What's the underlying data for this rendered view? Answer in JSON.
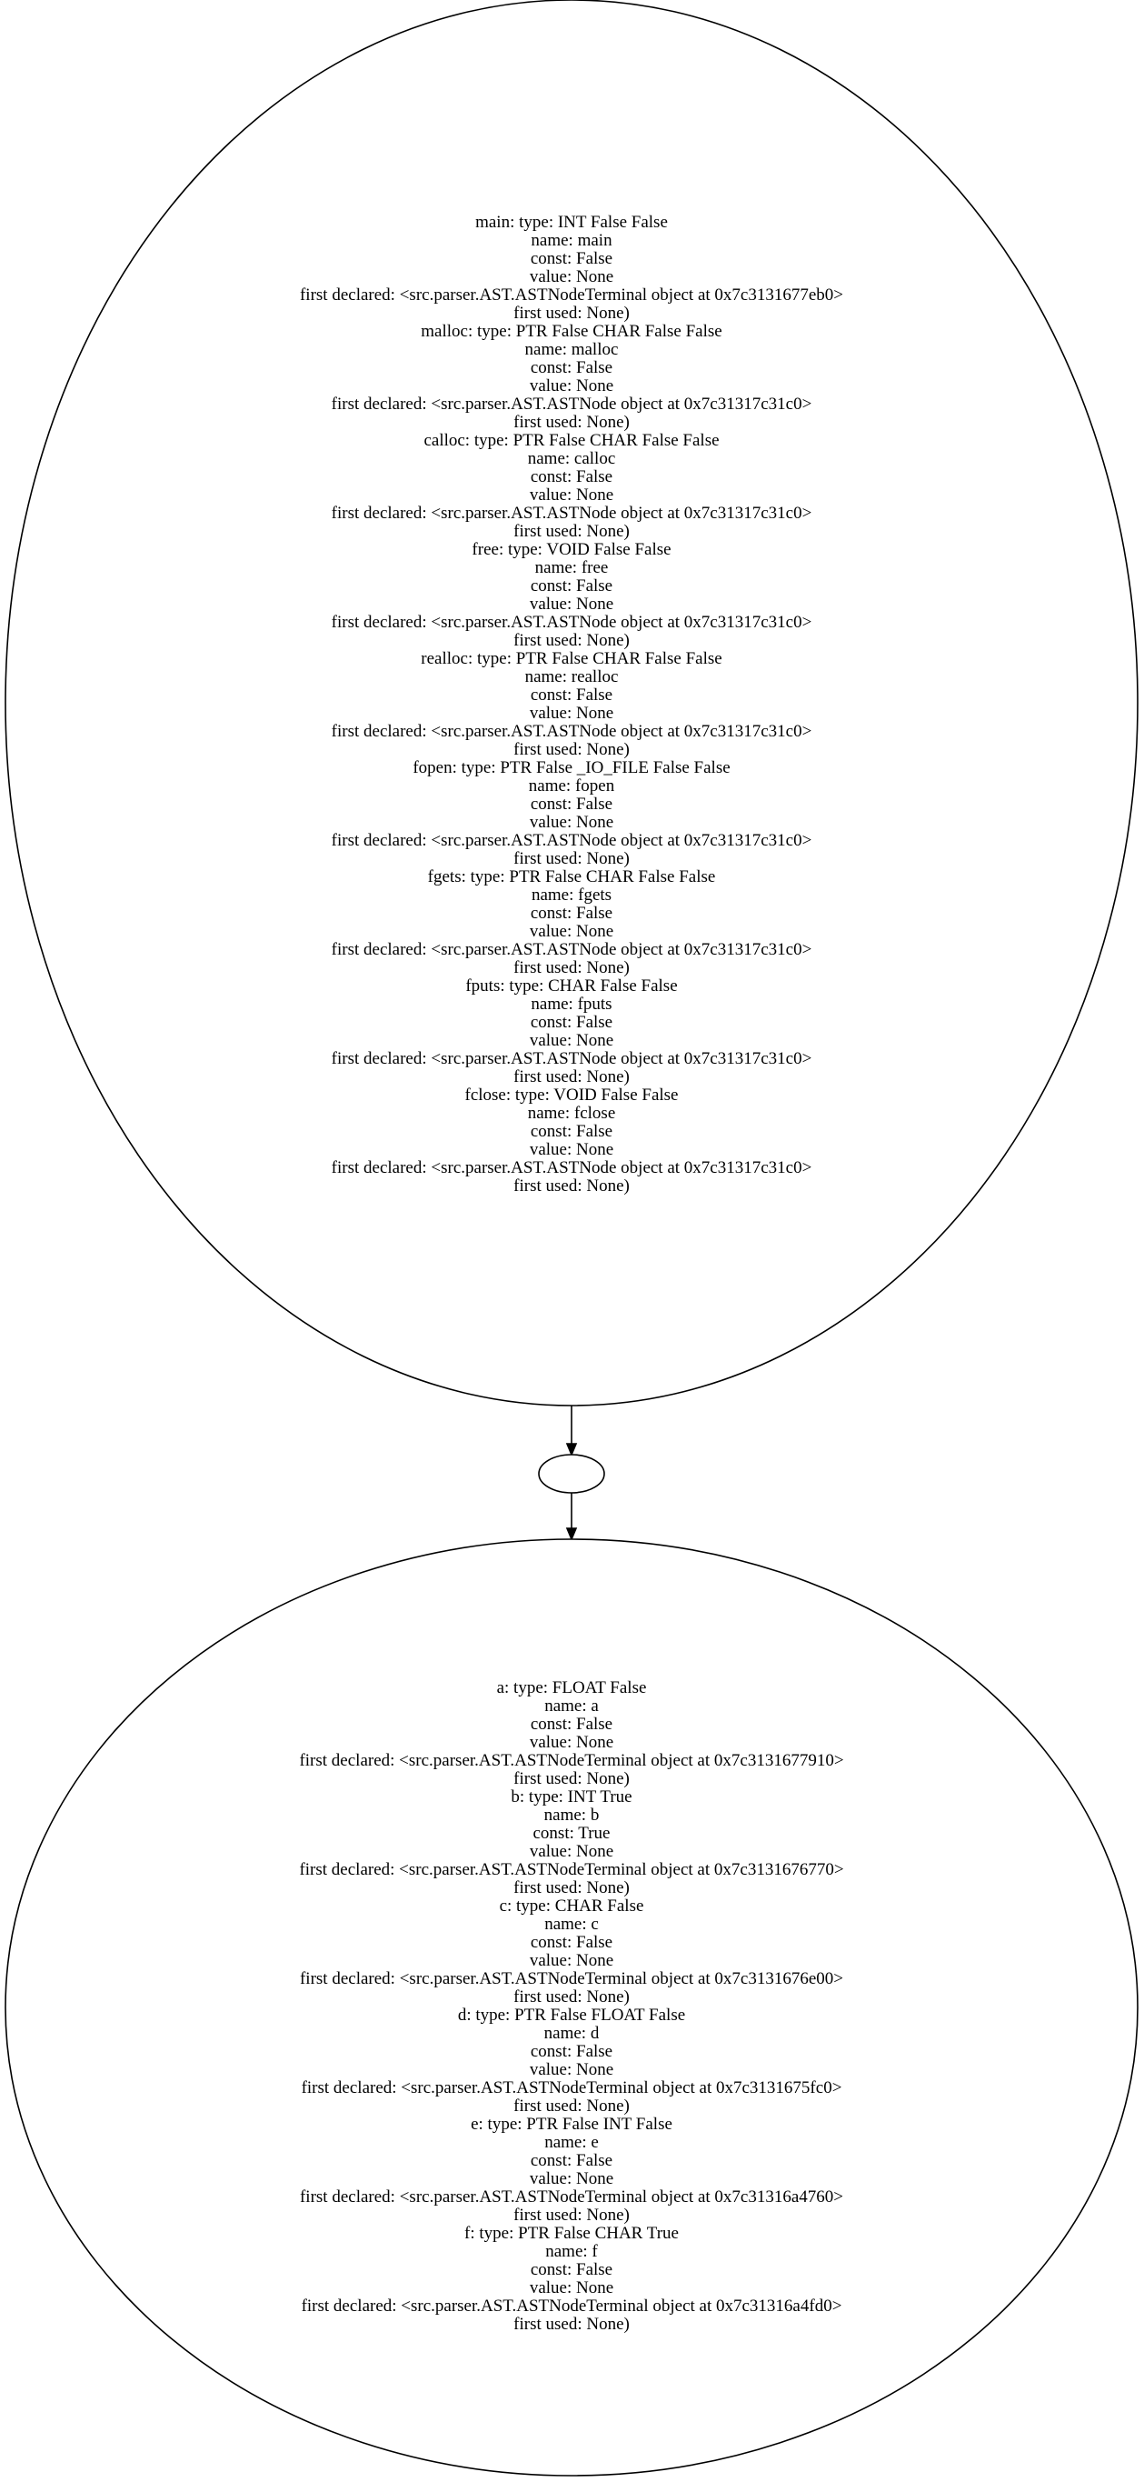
{
  "nodes": [
    {
      "id": "global-scope",
      "lines": [
        "main: type: INT False  False",
        "name: main",
        "const: False",
        "value: None",
        "first declared: <src.parser.AST.ASTNodeTerminal object at 0x7c3131677eb0>",
        "first used: None)",
        "malloc: type: PTR False CHAR False  False",
        "name: malloc",
        "const: False",
        "value: None",
        "first declared: <src.parser.AST.ASTNode object at 0x7c31317c31c0>",
        "first used: None)",
        "calloc: type: PTR False CHAR False  False",
        "name: calloc",
        "const: False",
        "value: None",
        "first declared: <src.parser.AST.ASTNode object at 0x7c31317c31c0>",
        "first used: None)",
        "free: type: VOID False  False",
        "name: free",
        "const: False",
        "value: None",
        "first declared: <src.parser.AST.ASTNode object at 0x7c31317c31c0>",
        "first used: None)",
        "realloc: type: PTR False CHAR False  False",
        "name: realloc",
        "const: False",
        "value: None",
        "first declared: <src.parser.AST.ASTNode object at 0x7c31317c31c0>",
        "first used: None)",
        "fopen: type: PTR False _IO_FILE False  False",
        "name: fopen",
        "const: False",
        "value: None",
        "first declared: <src.parser.AST.ASTNode object at 0x7c31317c31c0>",
        "first used: None)",
        "fgets: type: PTR False CHAR False  False",
        "name: fgets",
        "const: False",
        "value: None",
        "first declared: <src.parser.AST.ASTNode object at 0x7c31317c31c0>",
        "first used: None)",
        "fputs: type: CHAR False  False",
        "name: fputs",
        "const: False",
        "value: None",
        "first declared: <src.parser.AST.ASTNode object at 0x7c31317c31c0>",
        "first used: None)",
        "fclose: type: VOID False  False",
        "name: fclose",
        "const: False",
        "value: None",
        "first declared: <src.parser.AST.ASTNode object at 0x7c31317c31c0>",
        "first used: None)"
      ]
    },
    {
      "id": "empty-scope",
      "lines": []
    },
    {
      "id": "local-scope",
      "lines": [
        "a: type: FLOAT False",
        "name: a",
        "const: False",
        "value: None",
        "first declared: <src.parser.AST.ASTNodeTerminal object at 0x7c3131677910>",
        "first used: None)",
        "b: type: INT True",
        "name: b",
        "const: True",
        "value: None",
        "first declared: <src.parser.AST.ASTNodeTerminal object at 0x7c3131676770>",
        "first used: None)",
        "c: type: CHAR False",
        "name: c",
        "const: False",
        "value: None",
        "first declared: <src.parser.AST.ASTNodeTerminal object at 0x7c3131676e00>",
        "first used: None)",
        "d: type: PTR False FLOAT False",
        "name: d",
        "const: False",
        "value: None",
        "first declared: <src.parser.AST.ASTNodeTerminal object at 0x7c3131675fc0>",
        "first used: None)",
        "e: type: PTR False INT False",
        "name: e",
        "const: False",
        "value: None",
        "first declared: <src.parser.AST.ASTNodeTerminal object at 0x7c31316a4760>",
        "first used: None)",
        "f: type: PTR False CHAR True",
        "name: f",
        "const: False",
        "value: None",
        "first declared: <src.parser.AST.ASTNodeTerminal object at 0x7c31316a4fd0>",
        "first used: None)"
      ]
    }
  ],
  "edges": [
    {
      "from": "global-scope",
      "to": "empty-scope"
    },
    {
      "from": "empty-scope",
      "to": "local-scope"
    }
  ]
}
